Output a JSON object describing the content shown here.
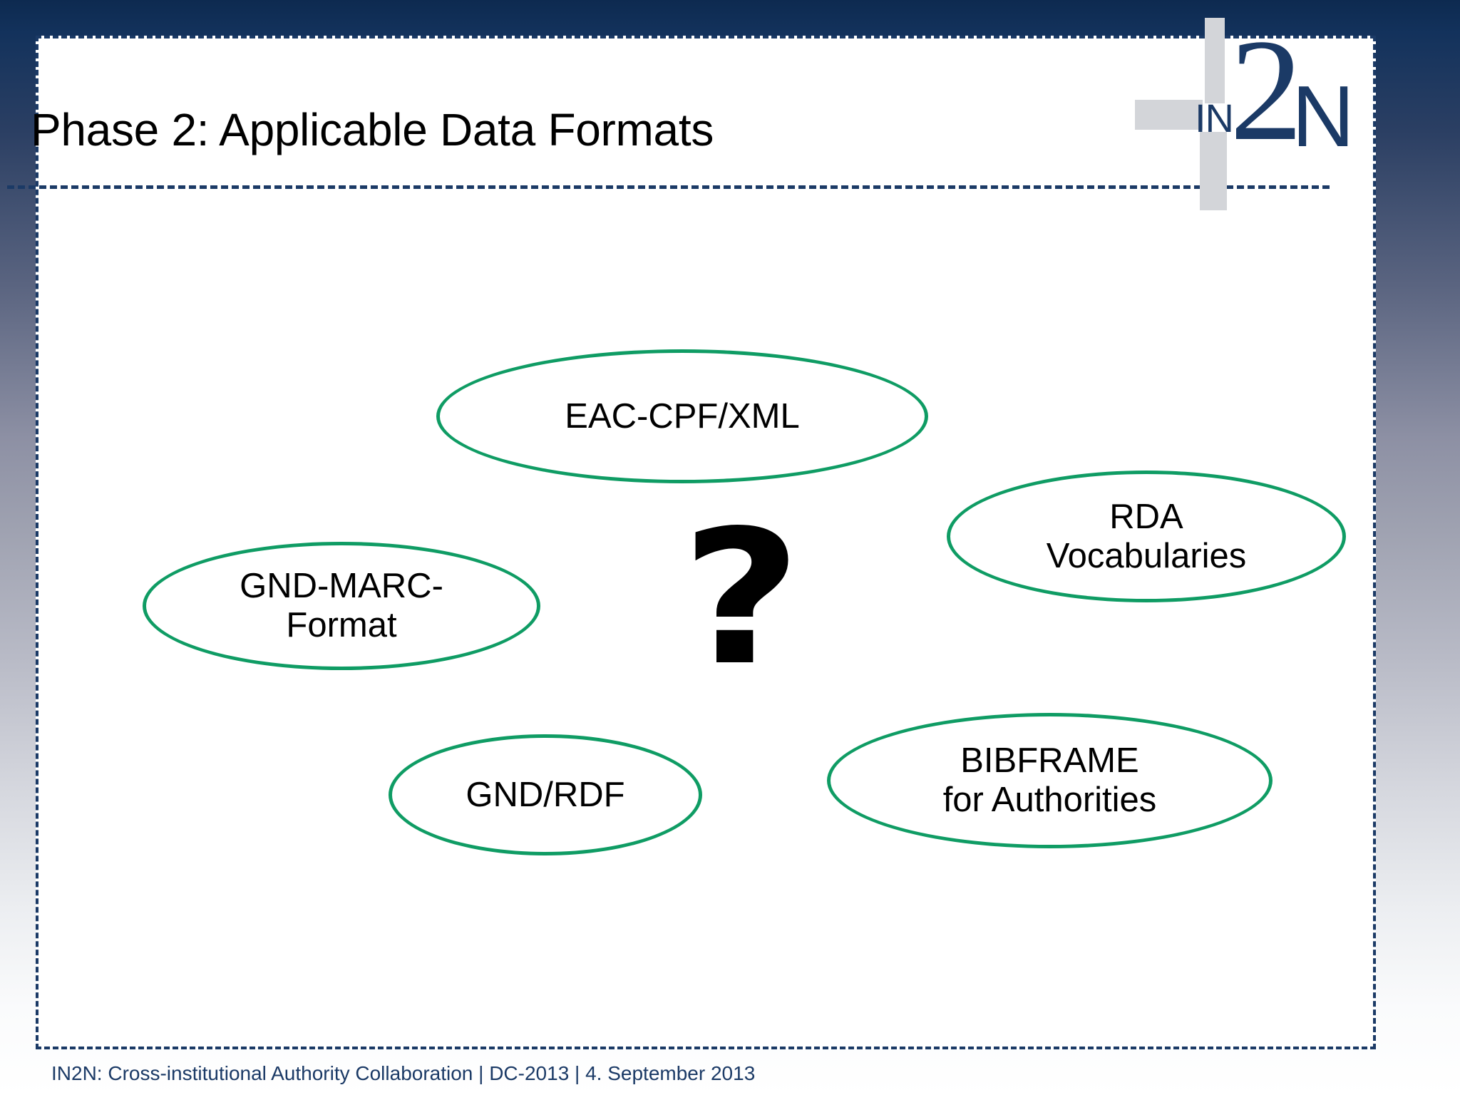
{
  "slide": {
    "title": "Phase 2: Applicable Data Formats",
    "footer": "IN2N: Cross-institutional Authority Collaboration | DC-2013 | 4. September 2013"
  },
  "logo": {
    "in": "IN",
    "two": "2",
    "n": "N",
    "alt": "IN2N logo"
  },
  "colors": {
    "ellipse_stroke": "#0f9c64",
    "navy": "#1b3a66",
    "logo_gray": "#d3d5d9",
    "text": "#000000"
  },
  "diagram": {
    "center_symbol": "?",
    "nodes": [
      {
        "id": "eac",
        "line1": "EAC-CPF/XML",
        "line2": ""
      },
      {
        "id": "rda",
        "line1": "RDA",
        "line2": "Vocabularies"
      },
      {
        "id": "gndm",
        "line1": "GND-MARC-",
        "line2": "Format"
      },
      {
        "id": "gndrdf",
        "line1": "GND/RDF",
        "line2": ""
      },
      {
        "id": "bib",
        "line1": "BIBFRAME",
        "line2": "for Authorities"
      }
    ]
  }
}
